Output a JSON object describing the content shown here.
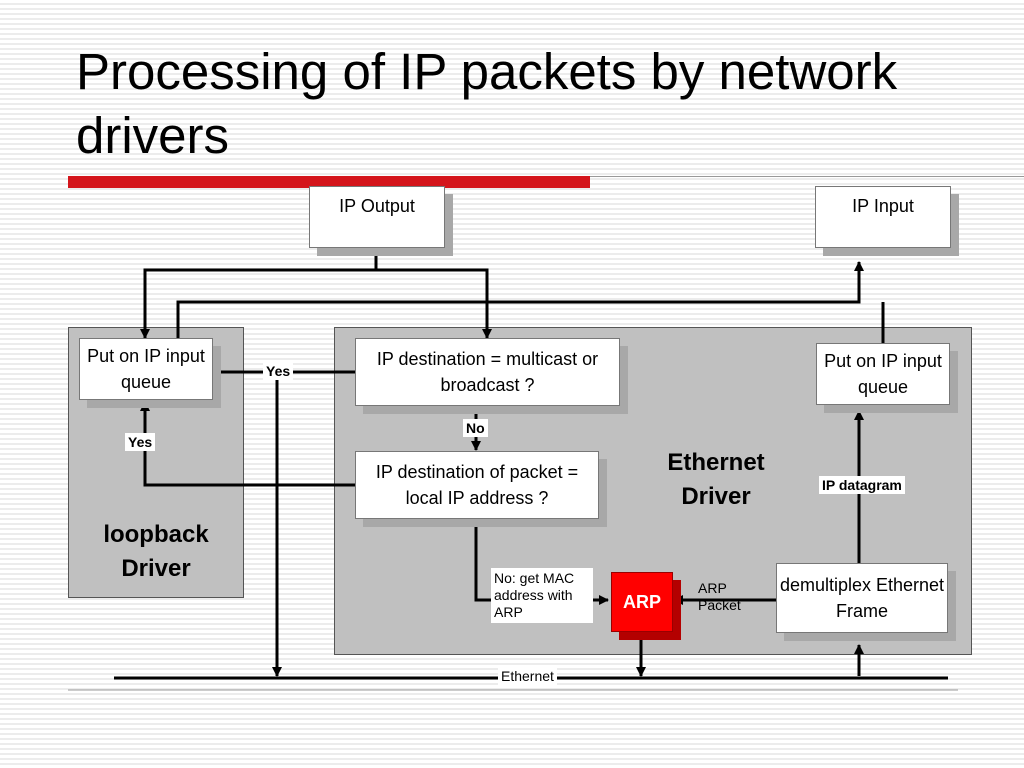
{
  "title": "Processing of IP packets  by network drivers",
  "ip_output": "IP Output",
  "ip_input": "IP Input",
  "loopback": {
    "queue": "Put on IP input queue",
    "name": "loopback Driver"
  },
  "ethernet_driver": {
    "name": "Ethernet Driver",
    "multicast_check": "IP destination = multicast or broadcast ?",
    "local_check": "IP destination of packet = local IP address ?",
    "queue": "Put on IP input queue",
    "demux": "demultiplex Ethernet Frame",
    "arp": "ARP",
    "no_get_mac": "No: get MAC address with ARP",
    "arp_packet": "ARP Packet",
    "ip_datagram": "IP datagram"
  },
  "labels": {
    "yes_top": "Yes",
    "yes_left": "Yes",
    "no": "No",
    "ethernet": "Ethernet"
  },
  "colors": {
    "accent_rule": "#d4151b",
    "arp_fill": "#ff0000",
    "driver_region": "#c0c0c0"
  }
}
